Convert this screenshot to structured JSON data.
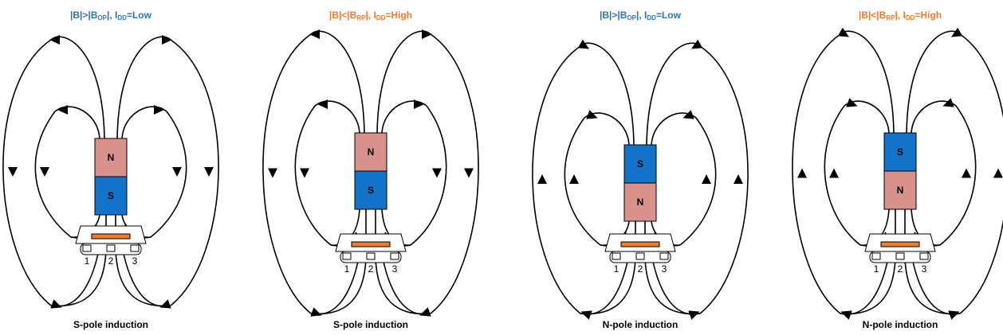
{
  "panels": [
    {
      "header": {
        "lhs": "|B|>|B",
        "lhs_sub": "OP",
        "mid": "|, I",
        "mid_sub": "DD",
        "rhs": "=Low",
        "state": "low"
      },
      "caption": "S-pole induction",
      "poles": {
        "top": "N",
        "bottom": "S"
      },
      "pins": [
        "1",
        "2",
        "3"
      ],
      "field_direction": "down-outside"
    },
    {
      "header": {
        "lhs": "|B|<|B",
        "lhs_sub": "RP",
        "mid": "|,  I",
        "mid_sub": "DD",
        "rhs": "=High",
        "state": "high"
      },
      "caption": "S-pole induction",
      "poles": {
        "top": "N",
        "bottom": "S"
      },
      "pins": [
        "1",
        "2",
        "3"
      ],
      "field_direction": "down-outside"
    },
    {
      "header": {
        "lhs": "|B|>|B",
        "lhs_sub": "OP",
        "mid": "|, I",
        "mid_sub": "DD",
        "rhs": "=Low",
        "state": "low"
      },
      "caption": "N-pole induction",
      "poles": {
        "top": "S",
        "bottom": "N"
      },
      "pins": [
        "1",
        "2",
        "3"
      ],
      "field_direction": "up-outside"
    },
    {
      "header": {
        "lhs": "|B|<|B",
        "lhs_sub": "RP",
        "mid": "|,  I",
        "mid_sub": "DD",
        "rhs": "=High",
        "state": "high"
      },
      "caption": "N-pole induction",
      "poles": {
        "top": "S",
        "bottom": "N"
      },
      "pins": [
        "1",
        "2",
        "3"
      ],
      "field_direction": "up-outside"
    }
  ],
  "colors": {
    "low_header": "#2e75b6",
    "high_header": "#ed7d31",
    "north_pole": "#d9918c",
    "south_pole": "#1273c9",
    "sensor_die": "#ed7d31"
  }
}
